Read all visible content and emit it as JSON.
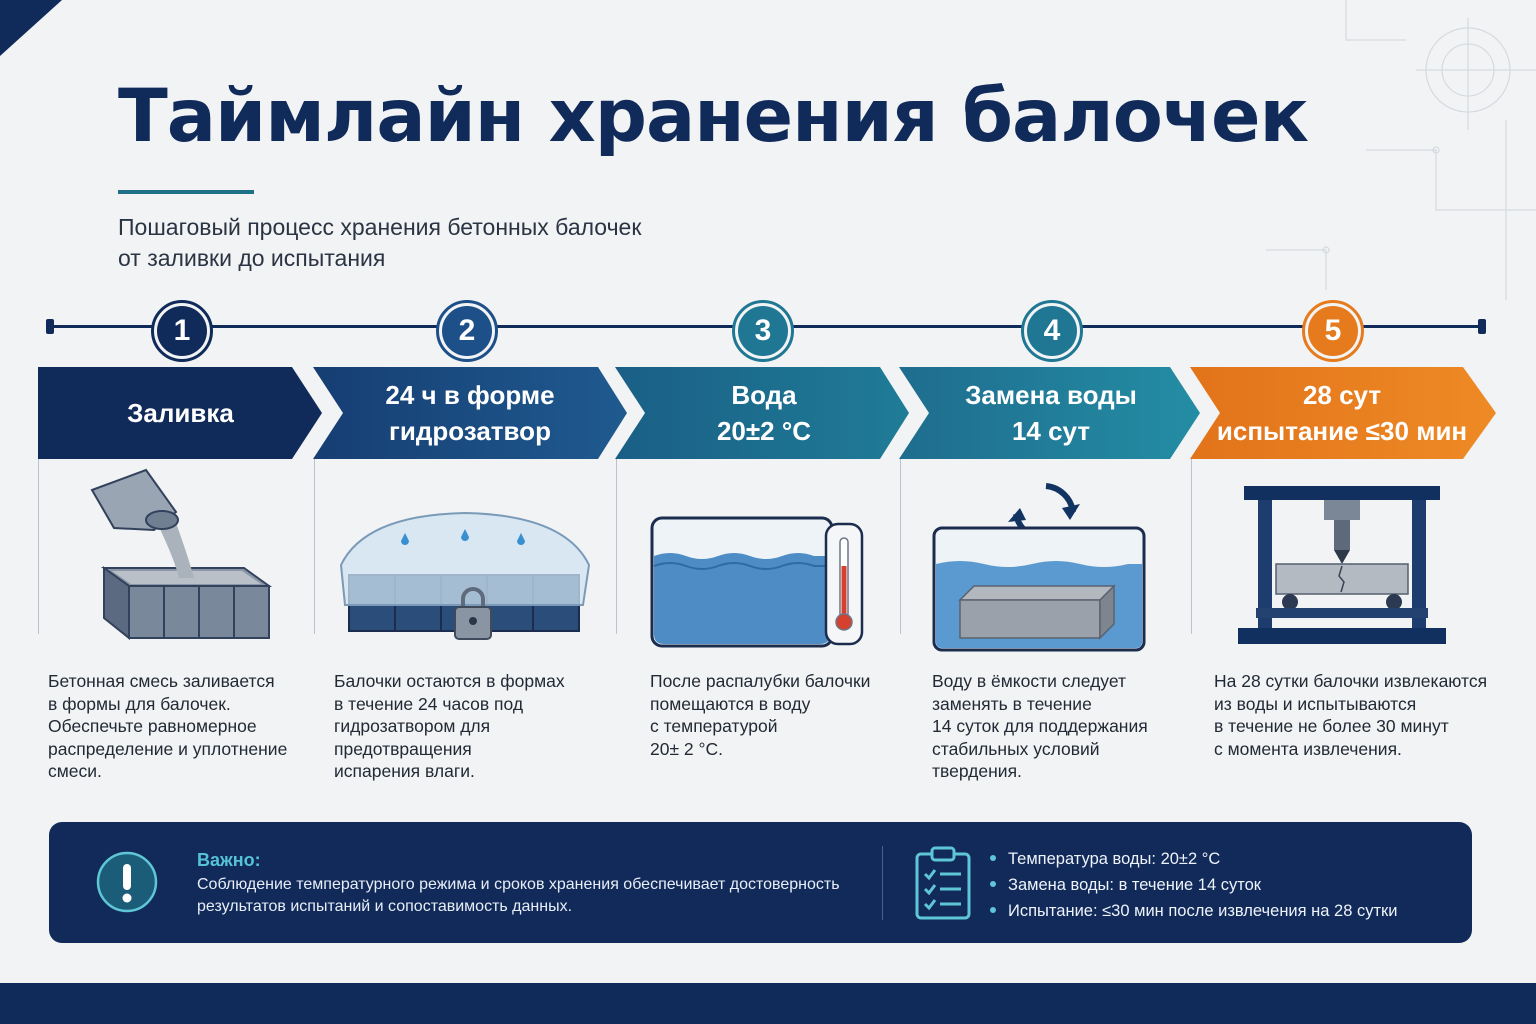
{
  "header": {
    "title": "Таймлайн хранения балочек",
    "subtitle_line1": "Пошаговый процесс хранения бетонных балочек",
    "subtitle_line2": "от заливки до испытания"
  },
  "colors": {
    "navy": "#102a5a",
    "blue": "#1d5088",
    "teal": "#1f7793",
    "teal_light": "#1f8aa0",
    "orange": "#e57b1d",
    "accent_cyan": "#55c3d4"
  },
  "steps": [
    {
      "number": "1",
      "title_line1": "Заливка",
      "title_line2": "",
      "desc": [
        "Бетонная смесь заливается",
        "в формы для балочек.",
        "Обеспечьте равномерное",
        "распределение и уплотнение",
        "смеси."
      ],
      "illustration": "concrete-pour-icon"
    },
    {
      "number": "2",
      "title_line1": "24 ч в форме",
      "title_line2": "гидрозатвор",
      "desc": [
        "Балочки остаются в формах",
        "в течение 24 часов под",
        "гидрозатвором для предотвращения",
        "испарения влаги."
      ],
      "illustration": "covered-mold-lock-icon"
    },
    {
      "number": "3",
      "title_line1": "Вода",
      "title_line2": "20±2 °C",
      "desc": [
        "После распалубки балочки",
        "помещаются в воду",
        "с температурой",
        "20± 2 °C."
      ],
      "illustration": "water-tank-thermometer-icon"
    },
    {
      "number": "4",
      "title_line1": "Замена воды",
      "title_line2": "14 сут",
      "desc": [
        "Воду в ёмкости следует",
        "заменять в течение",
        "14 суток для поддержания",
        "стабильных условий",
        "твердения."
      ],
      "illustration": "water-tank-refresh-icon"
    },
    {
      "number": "5",
      "title_line1": "28 сут",
      "title_line2": "испытание ≤30 мин",
      "desc": [
        "На 28 сутки балочки извлекаются",
        "из воды и испытываются",
        "в течение не более 30 минут",
        "с момента извлечения."
      ],
      "illustration": "press-test-icon"
    }
  ],
  "note": {
    "title": "Важно:",
    "text": "Соблюдение температурного режима и сроков хранения обеспечивает достоверность результатов испытаний и сопоставимость данных.",
    "checklist": [
      "Температура воды: 20±2 °C",
      "Замена воды: в течение 14 суток",
      "Испытание: ≤30 мин после извлечения на 28 сутки"
    ]
  }
}
